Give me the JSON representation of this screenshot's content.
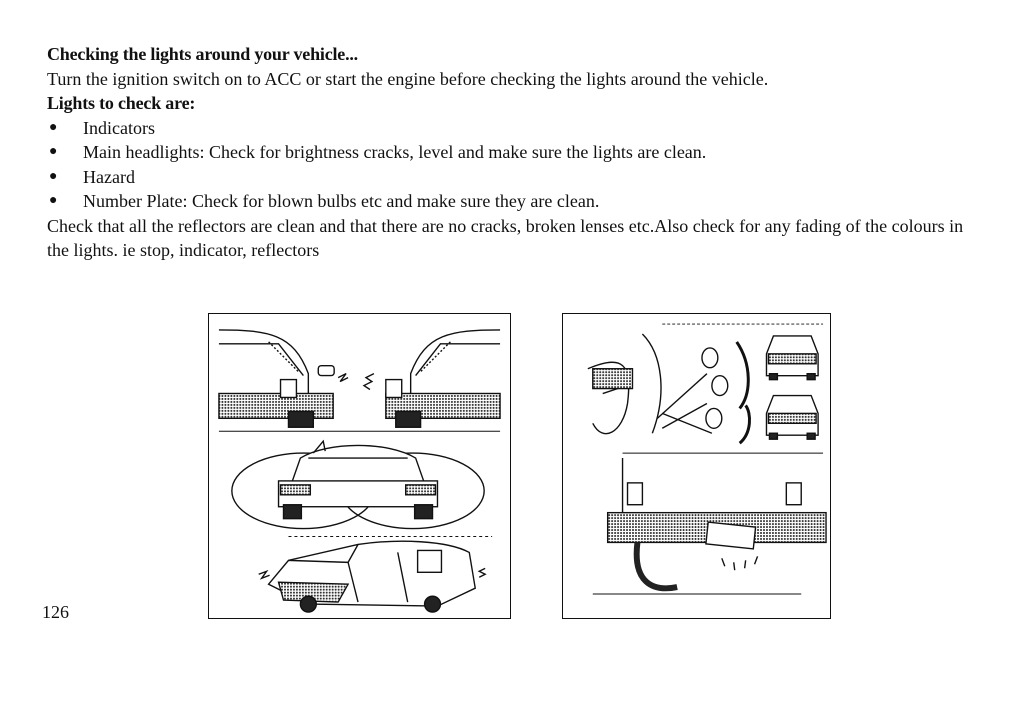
{
  "document": {
    "heading": "Checking the lights around your vehicle...",
    "intro": "Turn the ignition switch on to ACC or start the engine before checking the lights around the vehicle.",
    "subheading": "Lights to check are:",
    "bullets": [
      "Indicators",
      "Main headlights: Check for brightness cracks, level and make sure the lights are clean.",
      "Hazard",
      "Number Plate: Check for blown bulbs etc and make sure they are clean."
    ],
    "paragraph": "Check that all the reflectors are clean and that there are no cracks, broken lenses etc.Also check for any fading of the colours in the lights. ie stop, indicator, reflectors",
    "page_number": "126"
  },
  "figures": {
    "left_icons": [
      "car-front-corner-icon",
      "headlight-beam-icon",
      "van-hazard-icon"
    ],
    "right_icons": [
      "light-switch-stalk-icon",
      "car-front-icon",
      "number-plate-light-icon"
    ]
  }
}
